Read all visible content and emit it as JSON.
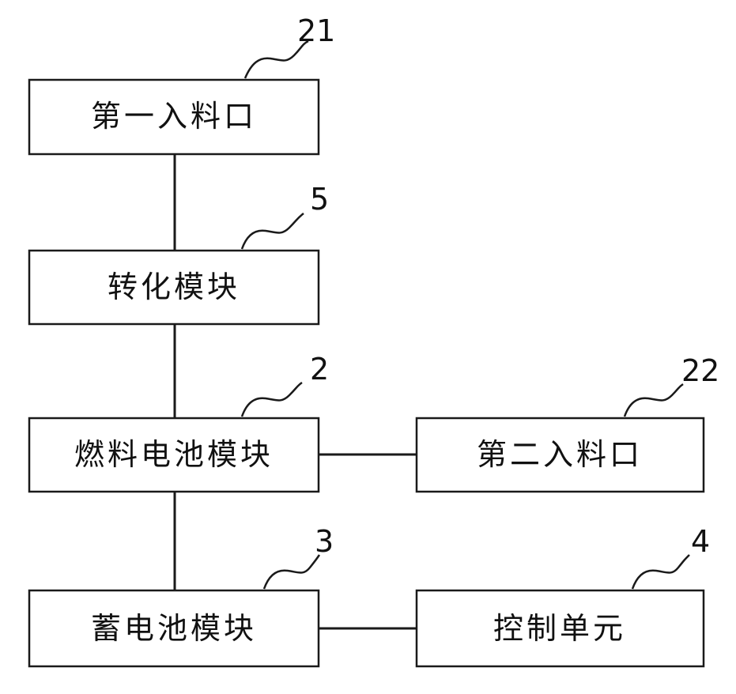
{
  "blocks": {
    "feed_inlet_1": {
      "label": "第一入料口",
      "ref": "21"
    },
    "conversion_module": {
      "label": "转化模块",
      "ref": "5"
    },
    "fuel_cell_module": {
      "label": "燃料电池模块",
      "ref": "2"
    },
    "feed_inlet_2": {
      "label": "第二入料口",
      "ref": "22"
    },
    "battery_module": {
      "label": "蓄电池模块",
      "ref": "3"
    },
    "control_unit": {
      "label": "控制单元",
      "ref": "4"
    }
  }
}
